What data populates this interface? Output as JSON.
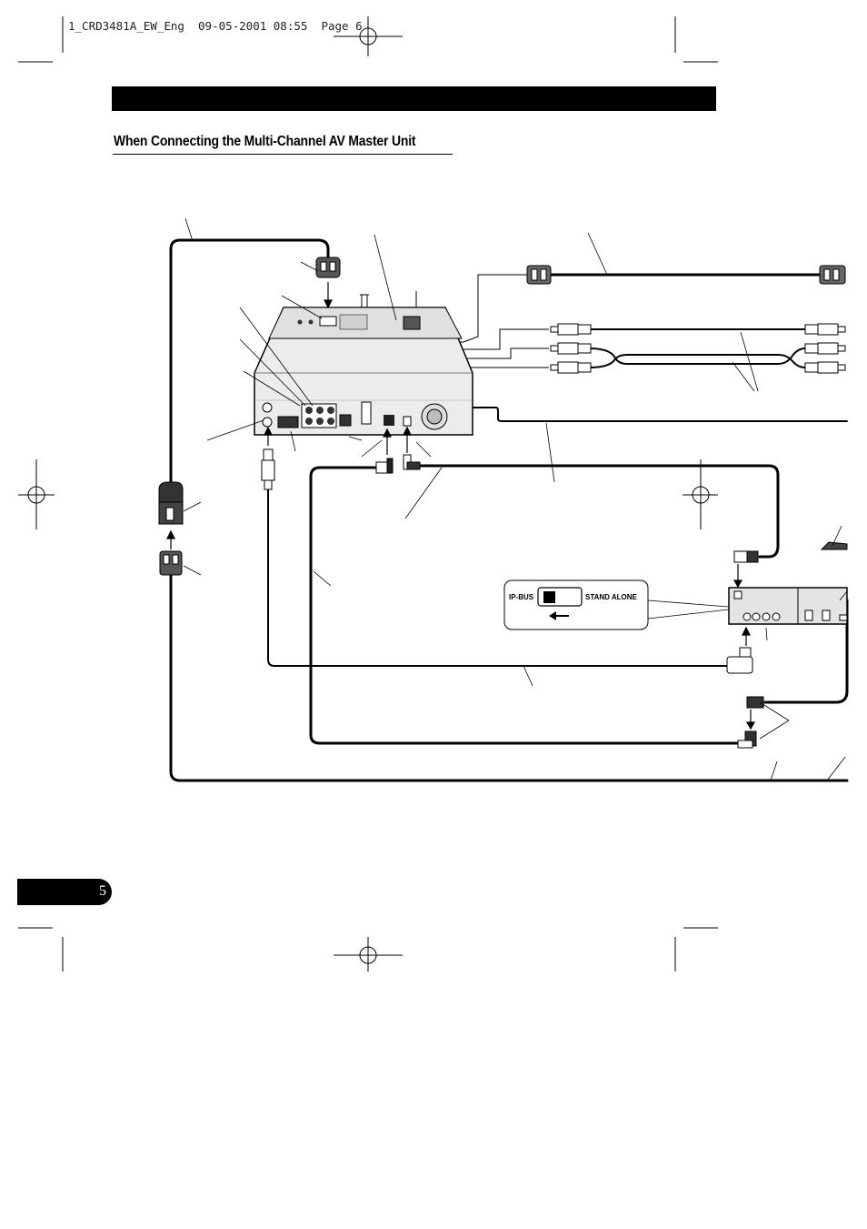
{
  "slug": "1_CRD3481A_EW_Eng  09-05-2001 08:55  Page 6",
  "section_title": "When Connecting the Multi-Channel AV Master Unit",
  "page_number": "5",
  "switch": {
    "left_label": "IP-BUS",
    "right_label": "STAND ALONE"
  }
}
